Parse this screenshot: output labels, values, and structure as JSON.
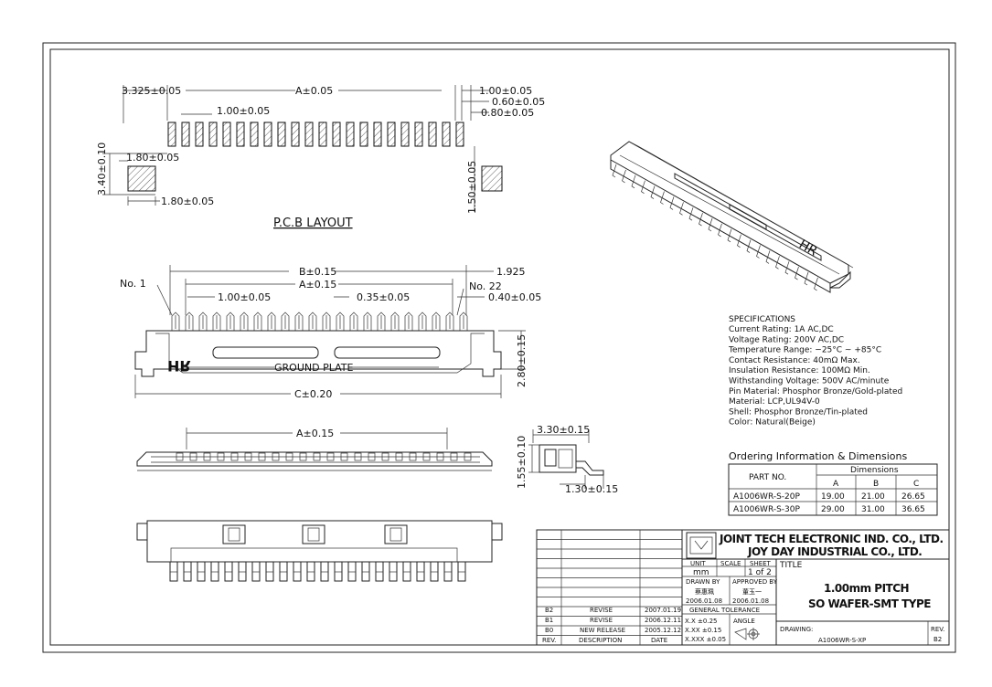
{
  "pcb": {
    "dim_left": "3.325±0.05",
    "dim_a": "A±0.05",
    "dim_right1": "1.00±0.05",
    "dim_right2": "0.60±0.05",
    "dim_right3": "0.80±0.05",
    "dim_pitch": "1.00±0.05",
    "dim_pad_h": "1.80±0.05",
    "dim_h": "3.40±0.10",
    "dim_pad_w": "1.80±0.05",
    "dim_right_v": "1.50±0.05",
    "caption": "P.C.B LAYOUT"
  },
  "front": {
    "dim_b": "B±0.15",
    "dim_a": "A±0.15",
    "dim_r1": "1.925",
    "dim_pitch": "1.00±0.05",
    "dim_035": "0.35±0.05",
    "dim_040": "0.40±0.05",
    "no1": "No. 1",
    "no22": "No. 22",
    "ground": "GROUND PLATE",
    "dim_c": "C±0.20",
    "dim_h": "2.80±0.15",
    "logo": "HR"
  },
  "top": {
    "dim_a": "A±0.15"
  },
  "side": {
    "dim_w": "3.30±0.15",
    "dim_h": "1.55±0.10",
    "dim_b": "1.30±0.15"
  },
  "iso": {
    "logo": "HR"
  },
  "specs": {
    "title": "SPECIFICATIONS",
    "lines": [
      "Current Rating: 1A AC,DC",
      "Voltage Rating: 200V AC,DC",
      "Temperature Range: −25°C ~ +85°C",
      "Contact Resistance: 40mΩ Max.",
      "Insulation Resistance: 100MΩ Min.",
      "Withstanding Voltage: 500V AC/minute",
      "Pin Material: Phosphor Bronze/Gold-plated",
      "Material: LCP,UL94V-0",
      "Shell: Phosphor Bronze/Tin-plated",
      "Color: Natural(Beige)"
    ]
  },
  "ordering": {
    "title": "Ordering Information & Dimensions",
    "col_part": "PART NO.",
    "col_dims": "Dimensions",
    "headers": [
      "A",
      "B",
      "C"
    ],
    "rows": [
      {
        "part": "A1006WR-S-20P",
        "a": "19.00",
        "b": "21.00",
        "c": "26.65"
      },
      {
        "part": "A1006WR-S-30P",
        "a": "29.00",
        "b": "31.00",
        "c": "36.65"
      }
    ]
  },
  "titleblock": {
    "company1": "JOINT TECH ELECTRONIC IND. CO., LTD.",
    "company2": "JOY DAY INDUSTRIAL CO., LTD.",
    "unit_label": "UNIT",
    "unit_value": "mm",
    "scale_label": "SCALE",
    "sheet_label": "SHEET",
    "sheet_value": "1 of 2",
    "title_label": "TITLE",
    "drawn_label": "DRAWN BY",
    "drawn_name": "蔡惠珮",
    "drawn_date": "2006.01.08",
    "approved_label": "APPROVED BY",
    "approved_name": "董玉一",
    "approved_date": "2006.01.08",
    "title1": "1.00mm PITCH",
    "title2": "SO WAFER-SMT TYPE",
    "tol_label": "GENERAL TOLERANCE",
    "tol1": "X.X ±0.25",
    "tol2": "X.XX ±0.15",
    "tol3": "X.XXX ±0.05",
    "angle_label": "ANGLE",
    "drawing_label": "DRAWING:",
    "drawing_no": "A1006WR-S-XP",
    "rev_label": "REV.",
    "rev_value": "B2",
    "revisions": [
      {
        "rev": "B2",
        "desc": "REVISE",
        "date": "2007.01.19"
      },
      {
        "rev": "B1",
        "desc": "REVISE",
        "date": "2006.12.11"
      },
      {
        "rev": "B0",
        "desc": "NEW RELEASE",
        "date": "2005.12.12"
      }
    ],
    "rev_col": "REV.",
    "desc_col": "DESCRIPTION",
    "date_col": "DATE"
  }
}
